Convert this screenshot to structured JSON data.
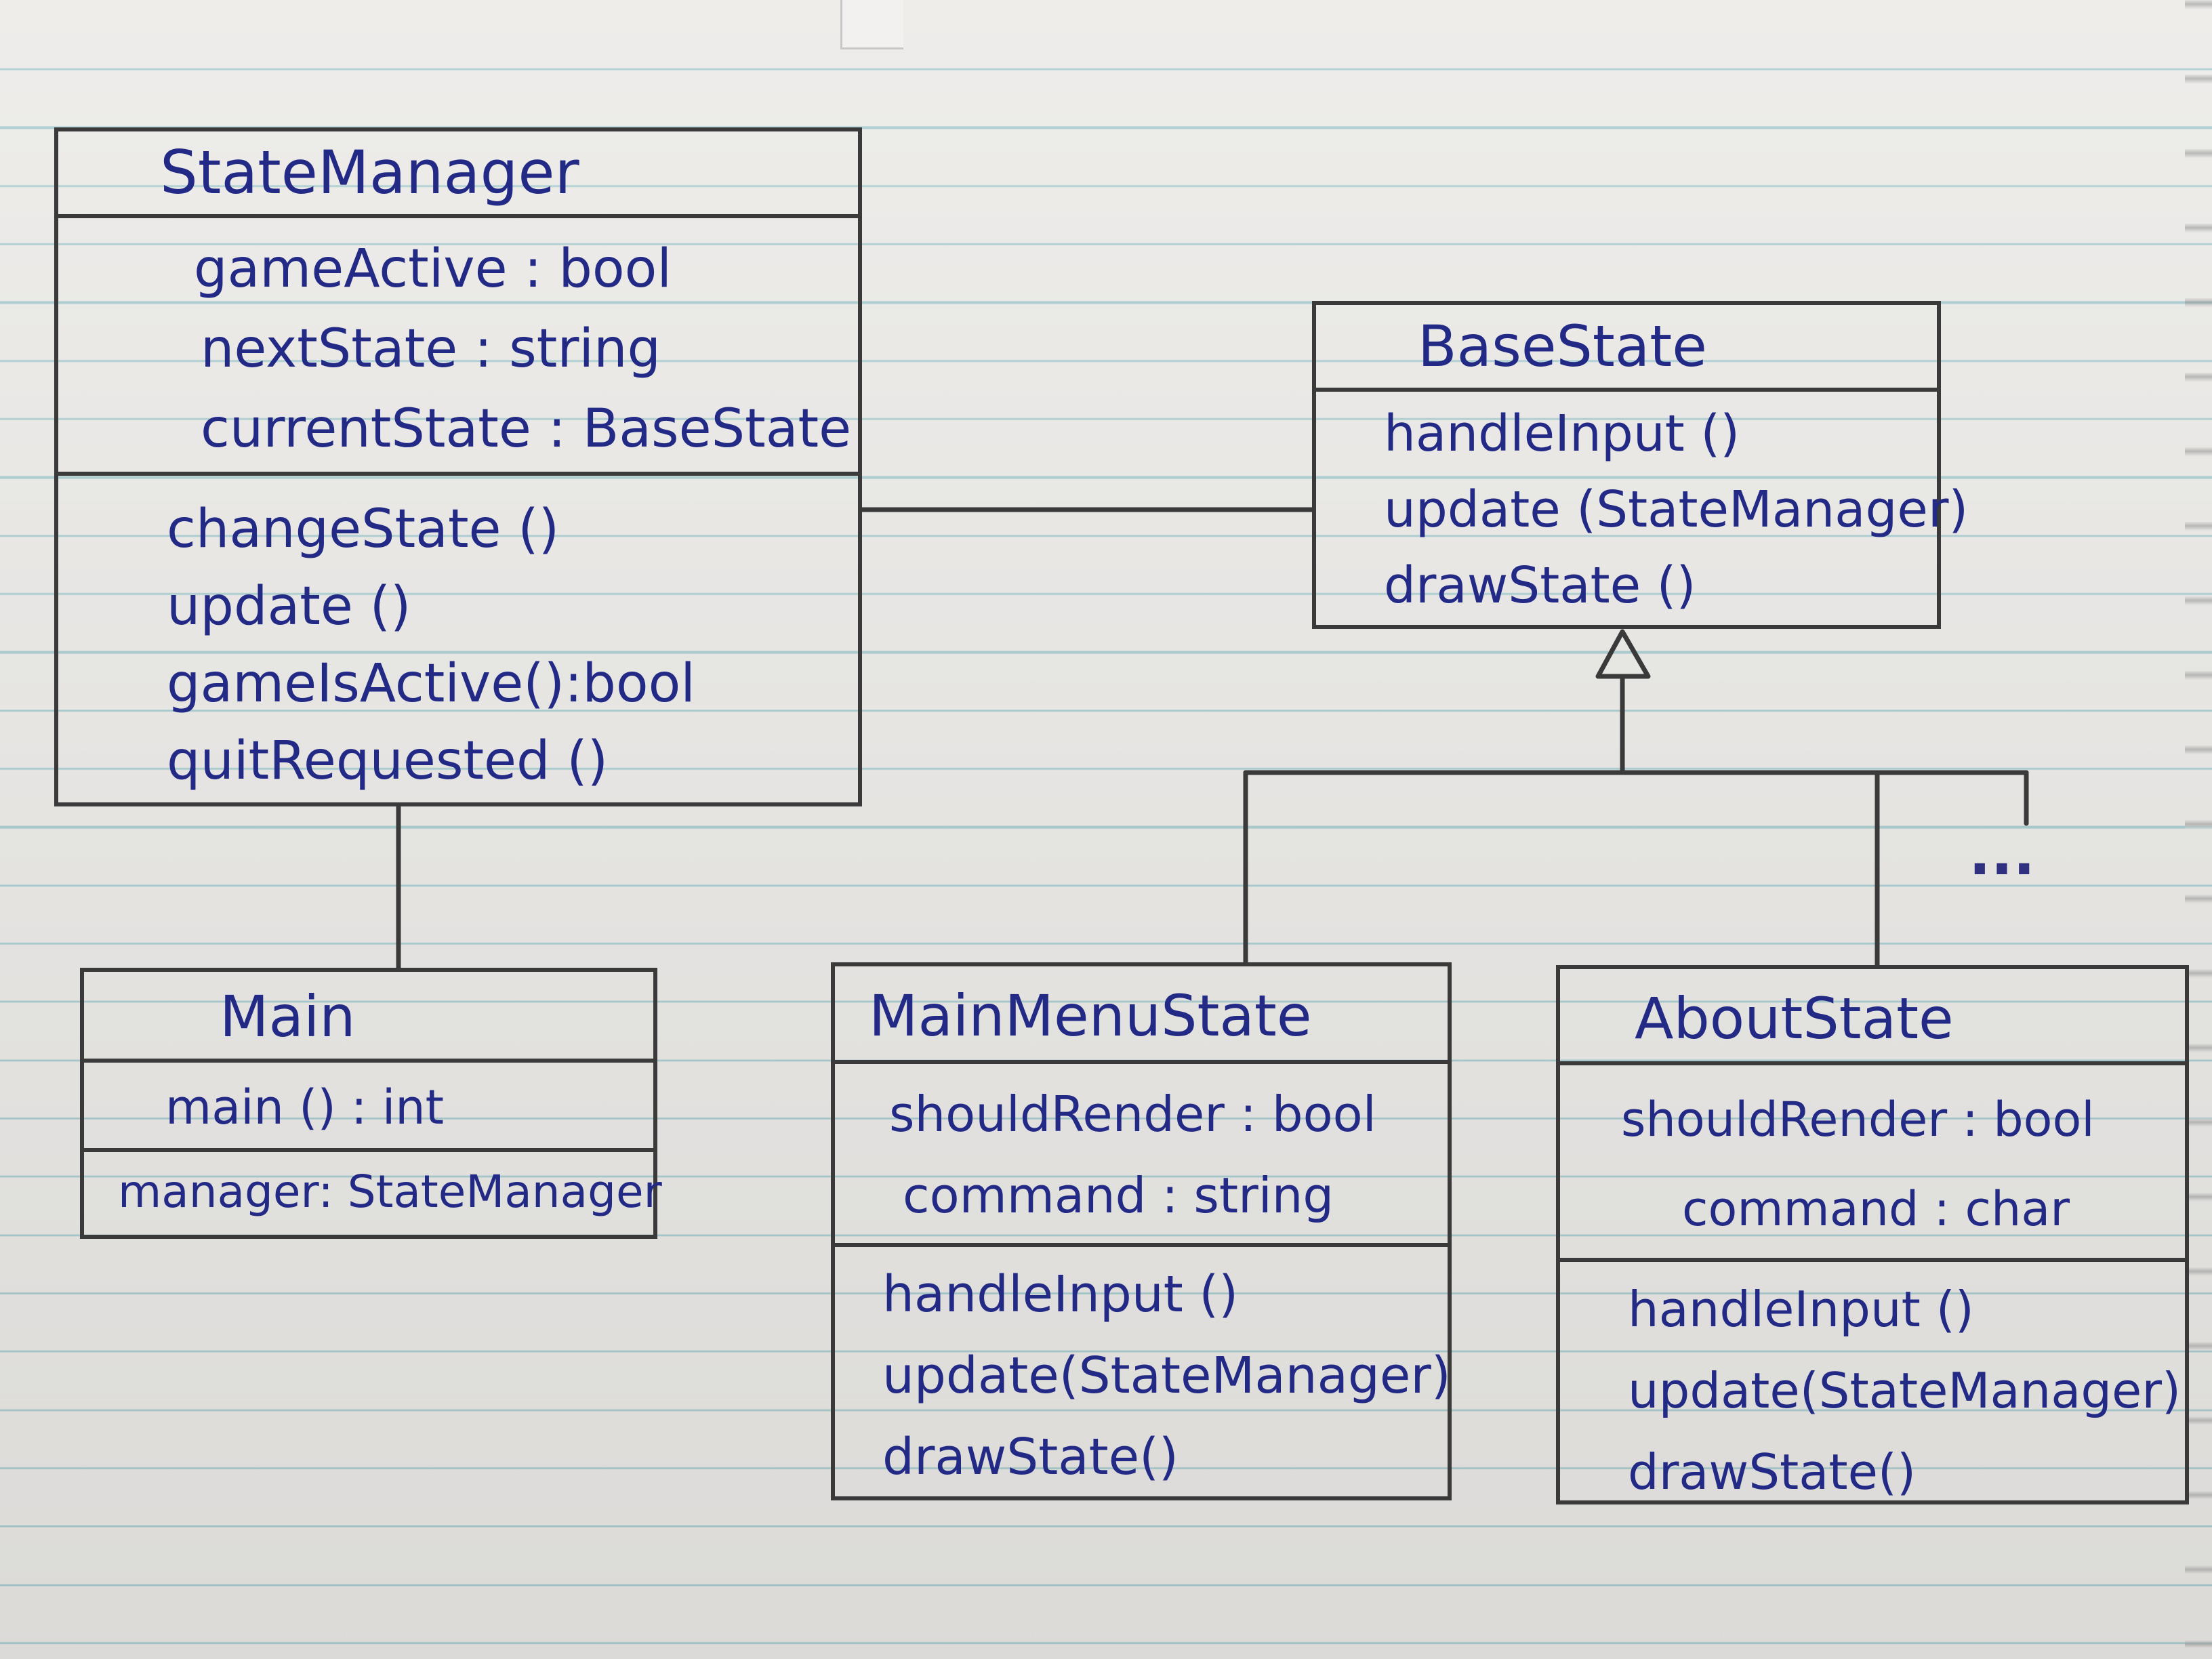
{
  "diagram": {
    "classes": {
      "state_manager": {
        "name": "StateManager",
        "attributes": [
          "gameActive : bool",
          "nextState : string",
          "currentState : BaseState"
        ],
        "operations": [
          "changeState ()",
          "update ()",
          "gameIsActive():bool",
          "quitRequested ()"
        ]
      },
      "base_state": {
        "name": "BaseState",
        "operations": [
          "handleInput ()",
          "update (StateManager)",
          "drawState ()"
        ]
      },
      "main": {
        "name": "Main",
        "operations": [
          "main () : int"
        ],
        "attributes": [
          "manager: StateManager"
        ]
      },
      "main_menu_state": {
        "name": "MainMenuState",
        "attributes": [
          "shouldRender : bool",
          "command : string"
        ],
        "operations": [
          "handleInput ()",
          "update(StateManager)",
          "drawState()"
        ]
      },
      "about_state": {
        "name": "AboutState",
        "attributes": [
          "shouldRender : bool",
          "command : char"
        ],
        "operations": [
          "handleInput ()",
          "update(StateManager)",
          "drawState()"
        ]
      }
    },
    "more_subclasses": "..."
  },
  "colors": {
    "paper": "#ecebe8",
    "rule_line": "#a9cdd0",
    "pencil": "#3a3a3a",
    "ink": "#232a86"
  }
}
